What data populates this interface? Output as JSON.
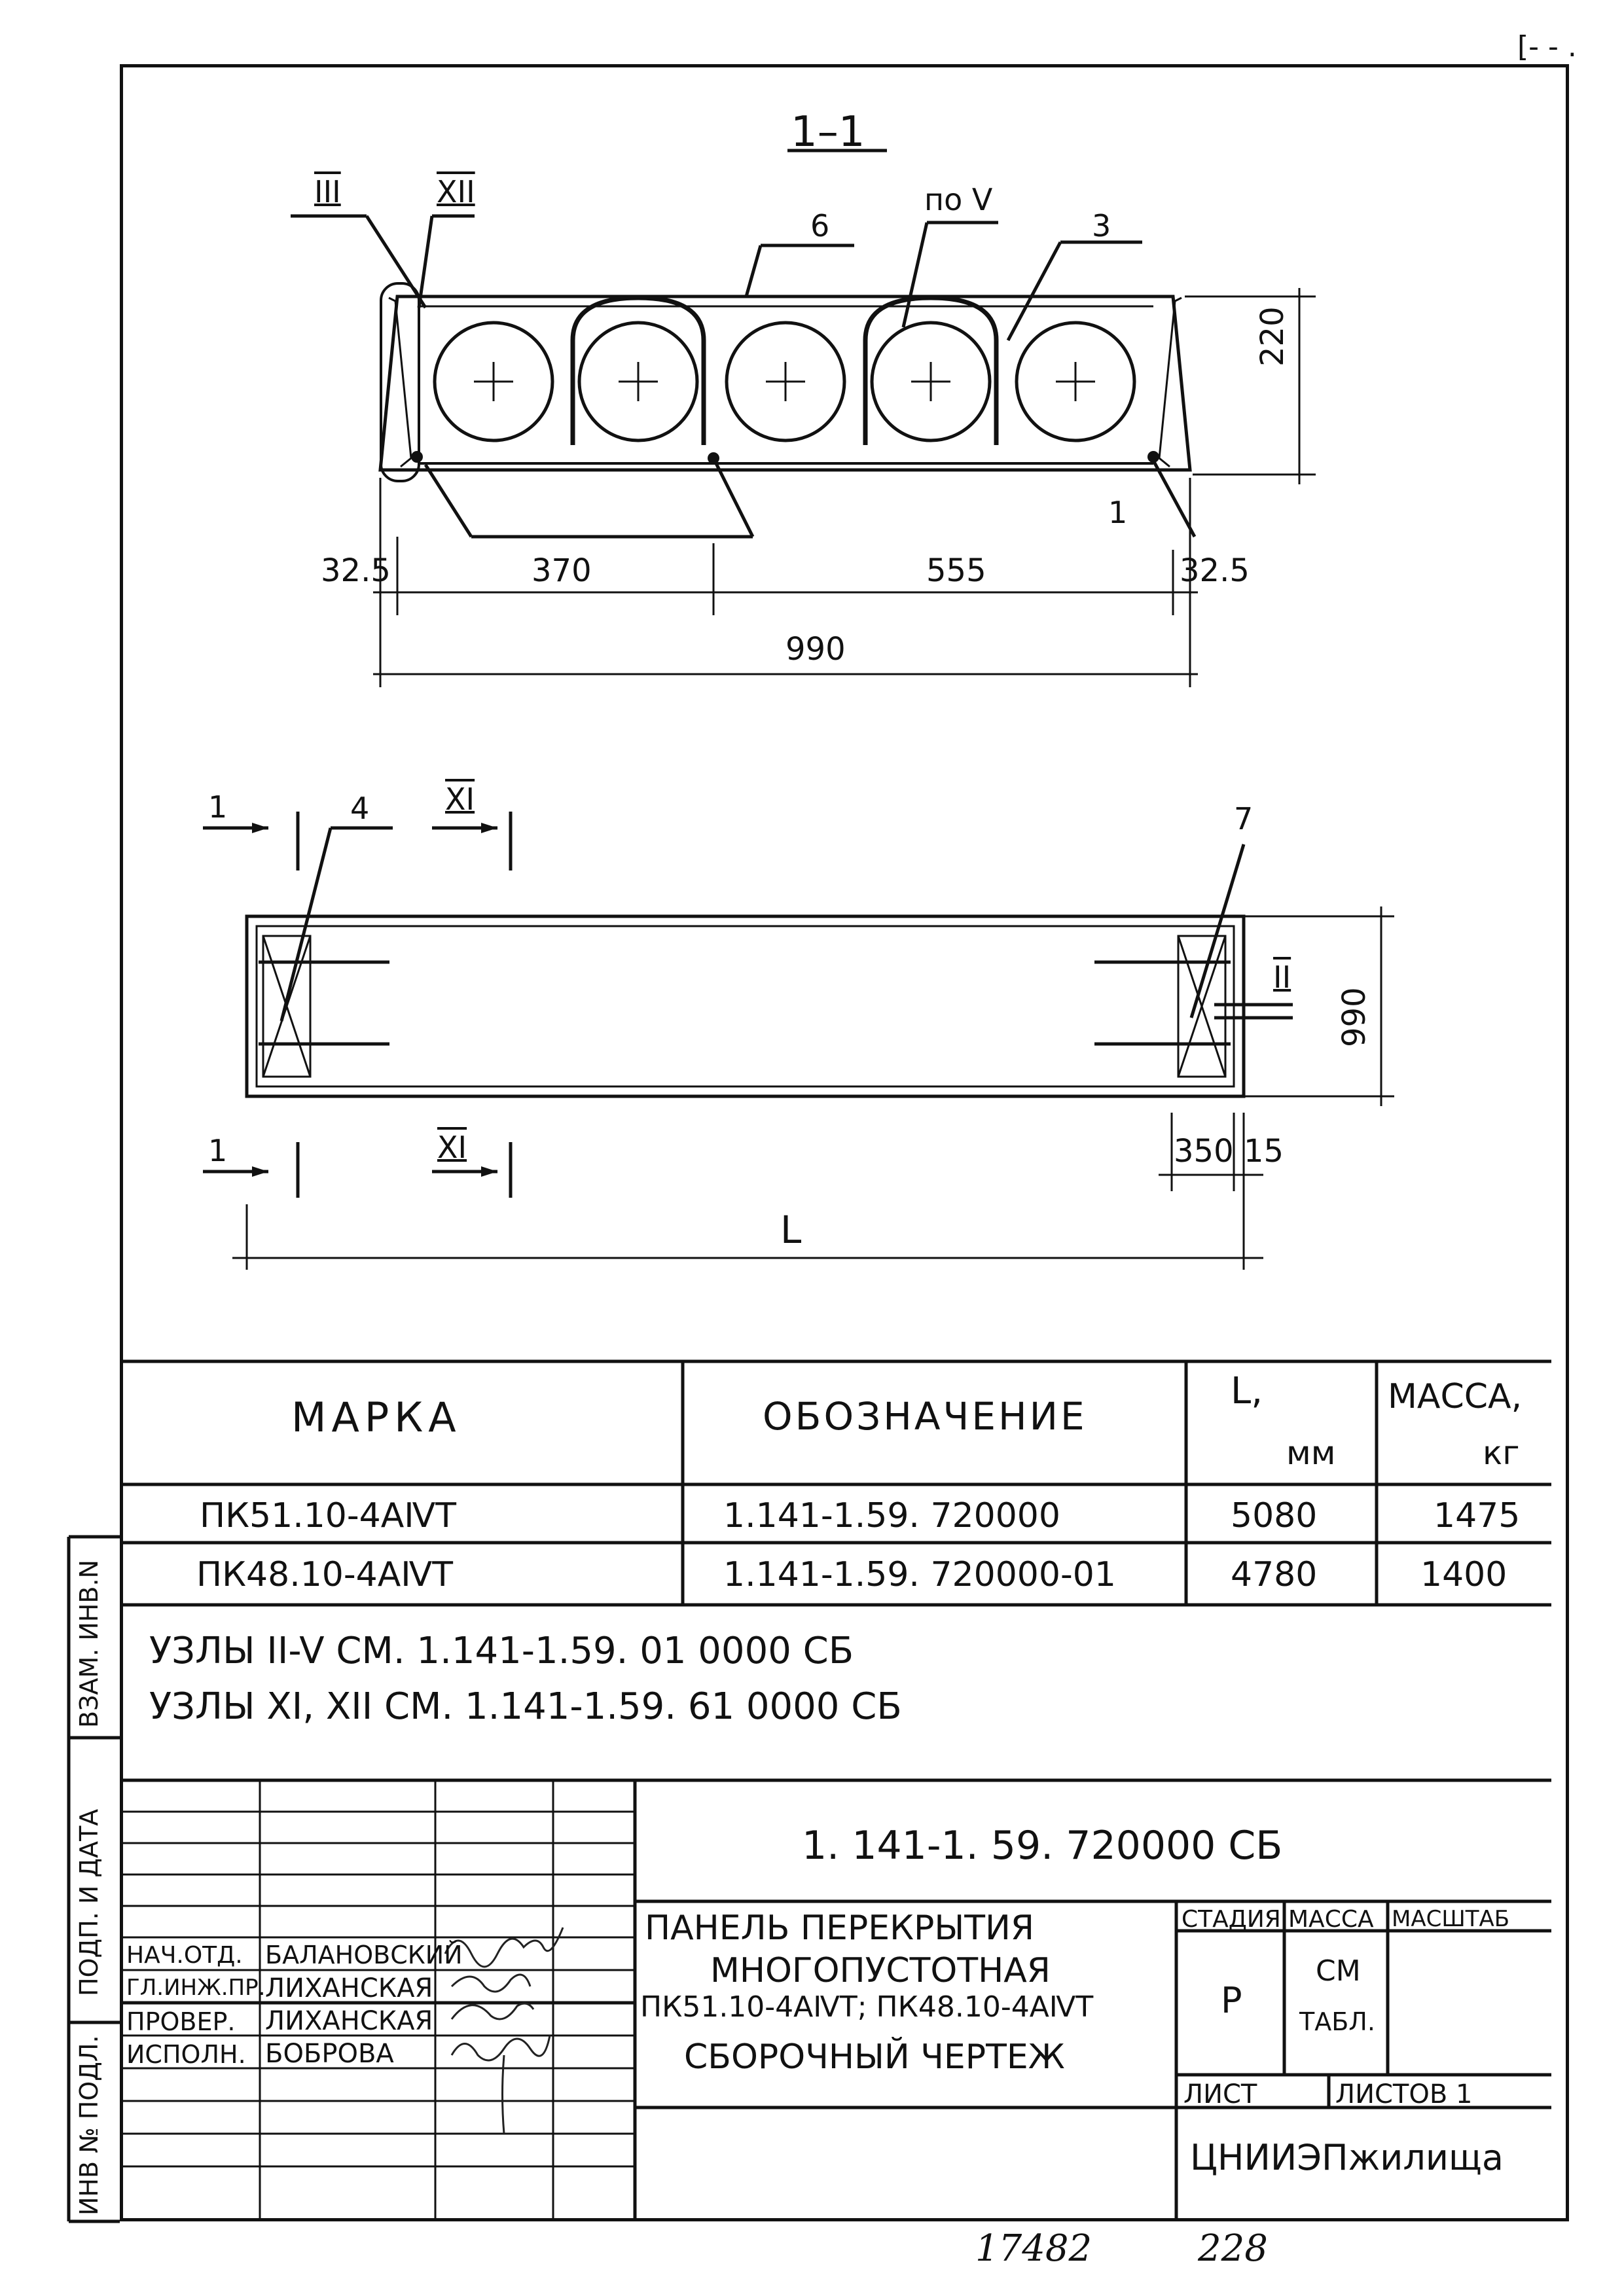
{
  "top_mark": "[- - .",
  "section_title": "1–1",
  "cross_section": {
    "callouts": {
      "iii": "III",
      "xii": "XII",
      "po_v": "по V",
      "six": "6",
      "three": "3",
      "one": "1"
    },
    "dims": {
      "height": "220",
      "left_edge": "32.5",
      "left_span": "370",
      "mid_span": "555",
      "right_edge": "32.5",
      "total_width": "990"
    }
  },
  "plan": {
    "callouts": {
      "cut1_top": "1",
      "four": "4",
      "xi_top": "XI",
      "seven": "7",
      "two": "II",
      "cut1_bottom": "1",
      "xi_bottom": "XI"
    },
    "dims": {
      "width": "990",
      "end_a": "350",
      "end_b": "15",
      "length": "L"
    }
  },
  "table": {
    "headers": {
      "mark": "МАРКА",
      "designation": "ОБОЗНАЧЕНИЕ",
      "length": "L,",
      "length_unit": "мм",
      "mass": "МАССА,",
      "mass_unit": "кг"
    },
    "rows": [
      {
        "mark": "ПК51.10-4АⅣТ",
        "designation": "1.141-1.59. 720000",
        "length": "5080",
        "mass": "1475"
      },
      {
        "mark": "ПК48.10-4АⅣТ",
        "designation": "1.141-1.59. 720000-01",
        "length": "4780",
        "mass": "1400"
      }
    ]
  },
  "notes": [
    "УЗЛЫ II-V  СМ. 1.141-1.59. 01 0000 СБ",
    "УЗЛЫ XI, XII  СМ. 1.141-1.59. 61 0000 СБ"
  ],
  "side_labels": {
    "vzam": "ВЗАМ. ИНВ.N",
    "podp": "ПОДП. И ДАТА",
    "inv": "ИНВ № ПОДЛ."
  },
  "title_block": {
    "code": "1. 141-1. 59. 720000 СБ",
    "title_lines": [
      "ПАНЕЛЬ ПЕРЕКРЫТИЯ",
      "МНОГОПУСТОТНАЯ",
      "ПК51.10-4АⅣТ; ПК48.10-4АⅣТ",
      "СБОРОЧНЫЙ ЧЕРТЕЖ"
    ],
    "headers": {
      "stage": "СТАДИЯ",
      "mass": "МАССА",
      "scale": "МАСШТАБ"
    },
    "stage_value": "Р",
    "mass_value": "СМ",
    "mass_value2": "ТАБЛ.",
    "sheet": "ЛИСТ",
    "sheets": "ЛИСТОВ 1",
    "org": "ЦНИИЭПжилища",
    "signatures": [
      {
        "role": "НАЧ.ОТД.",
        "name": "БАЛАНОВСКИЙ"
      },
      {
        "role": "ГЛ.ИНЖ.ПР.",
        "name": "ЛИХАНСКАЯ"
      },
      {
        "role": "ПРОВЕР.",
        "name": "ЛИХАНСКАЯ"
      },
      {
        "role": "ИСПОЛН.",
        "name": "БОБРОВА"
      }
    ]
  },
  "footer": {
    "num1": "17482",
    "num2": "228"
  }
}
